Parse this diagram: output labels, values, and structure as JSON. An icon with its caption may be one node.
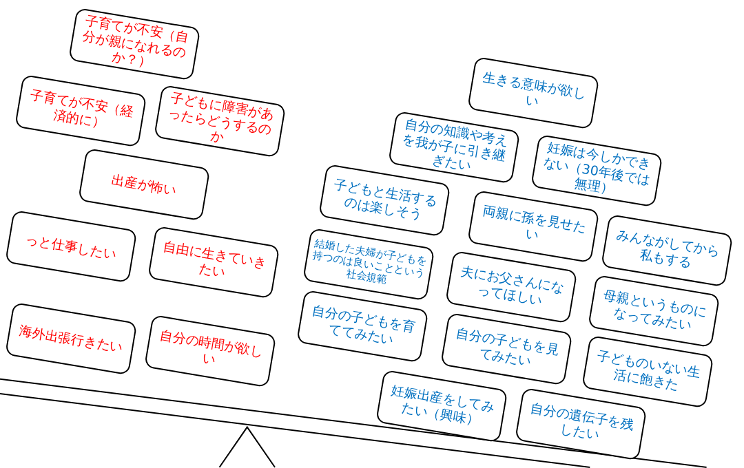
{
  "diagram": {
    "nodes": [
      {
        "text": [
          "子育てが不安（自分が親になれるのか？）"
        ]
      },
      {
        "text": [
          "子育てが不安（経済的に）"
        ]
      },
      {
        "text": [
          "子どもに障害があったらどうするのか"
        ]
      },
      {
        "text": [
          "出産が怖い"
        ]
      },
      {
        "text": [
          "っと仕事したい"
        ]
      },
      {
        "text": [
          "自由に生きていきたい"
        ]
      },
      {
        "text": [
          "海外出張行きたい"
        ]
      },
      {
        "text": [
          "自分の時間が欲しい"
        ]
      },
      {
        "text": [
          "生きる意味が欲しい"
        ]
      },
      {
        "text": [
          "自分の知識や考えを我が子に引き継ぎたい"
        ]
      },
      {
        "text": [
          "妊娠は今しかできない（30年後では無理）"
        ]
      },
      {
        "text": [
          "子どもと生活するのは楽しそう"
        ]
      },
      {
        "text": [
          "両親に孫を見せたい"
        ]
      },
      {
        "text": [
          "みんながしてから私もする"
        ]
      },
      {
        "text": [
          "結婚した夫婦が子どもを持つのは良いことという社会規範"
        ]
      },
      {
        "text": [
          "夫にお父さんになってほしい"
        ]
      },
      {
        "text": [
          "母親というものになってみたい"
        ]
      },
      {
        "text": [
          "自分の子どもを育ててみたい"
        ]
      },
      {
        "text": [
          "自分の子どもを見てみたい"
        ]
      },
      {
        "text": [
          "子どものいない生活に飽きた"
        ]
      },
      {
        "text": [
          "妊娠出産をしてみたい（興味）"
        ]
      },
      {
        "text": [
          "自分の遺伝子を残したい"
        ]
      }
    ]
  }
}
